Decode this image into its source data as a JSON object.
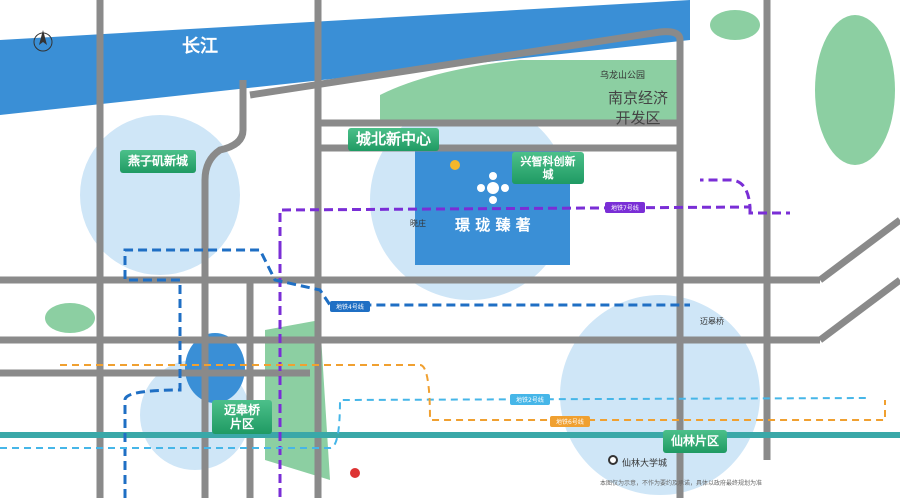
{
  "map": {
    "river": "长江",
    "districts": {
      "city_north": "城北新中心",
      "yanziji": "燕子矶新城",
      "xingzhi": "兴智科创新城",
      "maigaoqiao": "迈皋桥片区",
      "xianlin": "仙林片区",
      "econ_zone_line1": "南京经济",
      "econ_zone_line2": "开发区"
    },
    "project": {
      "name": "璟 珑 臻 著"
    },
    "parks": {
      "wulongshan": "乌龙山公园"
    },
    "stations": {
      "xiaozhuang": "晓庄",
      "tiejiangpu": "迈皋桥",
      "xianlin_univ": "仙林大学城"
    },
    "metro_tags": [
      "地铁7号线",
      "地铁4号线",
      "地铁2号线",
      "地铁6号线"
    ],
    "colors": {
      "river": "#3a8fd6",
      "park": "#8ccfa2",
      "zone": "#cfe6f7",
      "road": "#8a8a8a",
      "line7": "#7a2ed6",
      "line4": "#1f6fc4",
      "line2": "#46b6e8",
      "line6": "#f0a030",
      "rail": "#3aa8a8",
      "label": "#2aa870"
    },
    "disclaimer": "本图仅为示意，不作为要约及承诺，具体以政府最终规划为准"
  }
}
